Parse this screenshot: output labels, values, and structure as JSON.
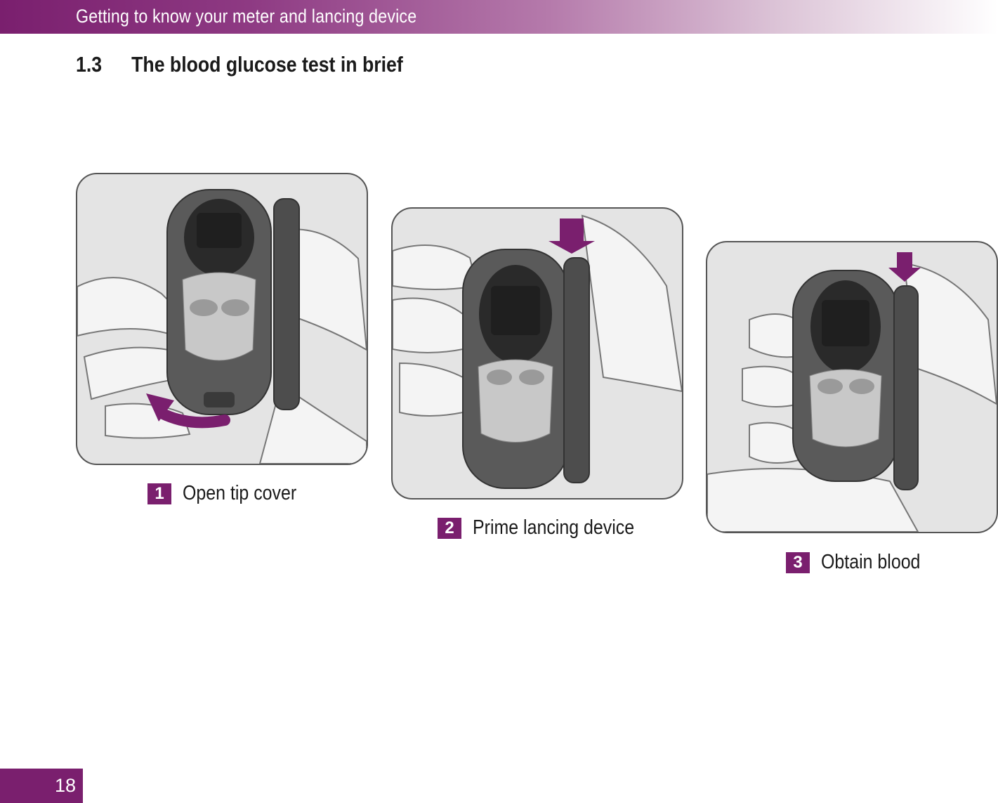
{
  "header": {
    "title": "Getting to know your meter and lancing device"
  },
  "section": {
    "number": "1.3",
    "title": "The blood glucose test in brief"
  },
  "steps": [
    {
      "number": "1",
      "label": "Open tip cover"
    },
    {
      "number": "2",
      "label": "Prime lancing device"
    },
    {
      "number": "3",
      "label": "Obtain blood"
    }
  ],
  "footer": {
    "page_number": "18"
  },
  "colors": {
    "accent": "#7a1f6e",
    "panel_border": "#555555",
    "panel_background": "#e4e4e4"
  }
}
